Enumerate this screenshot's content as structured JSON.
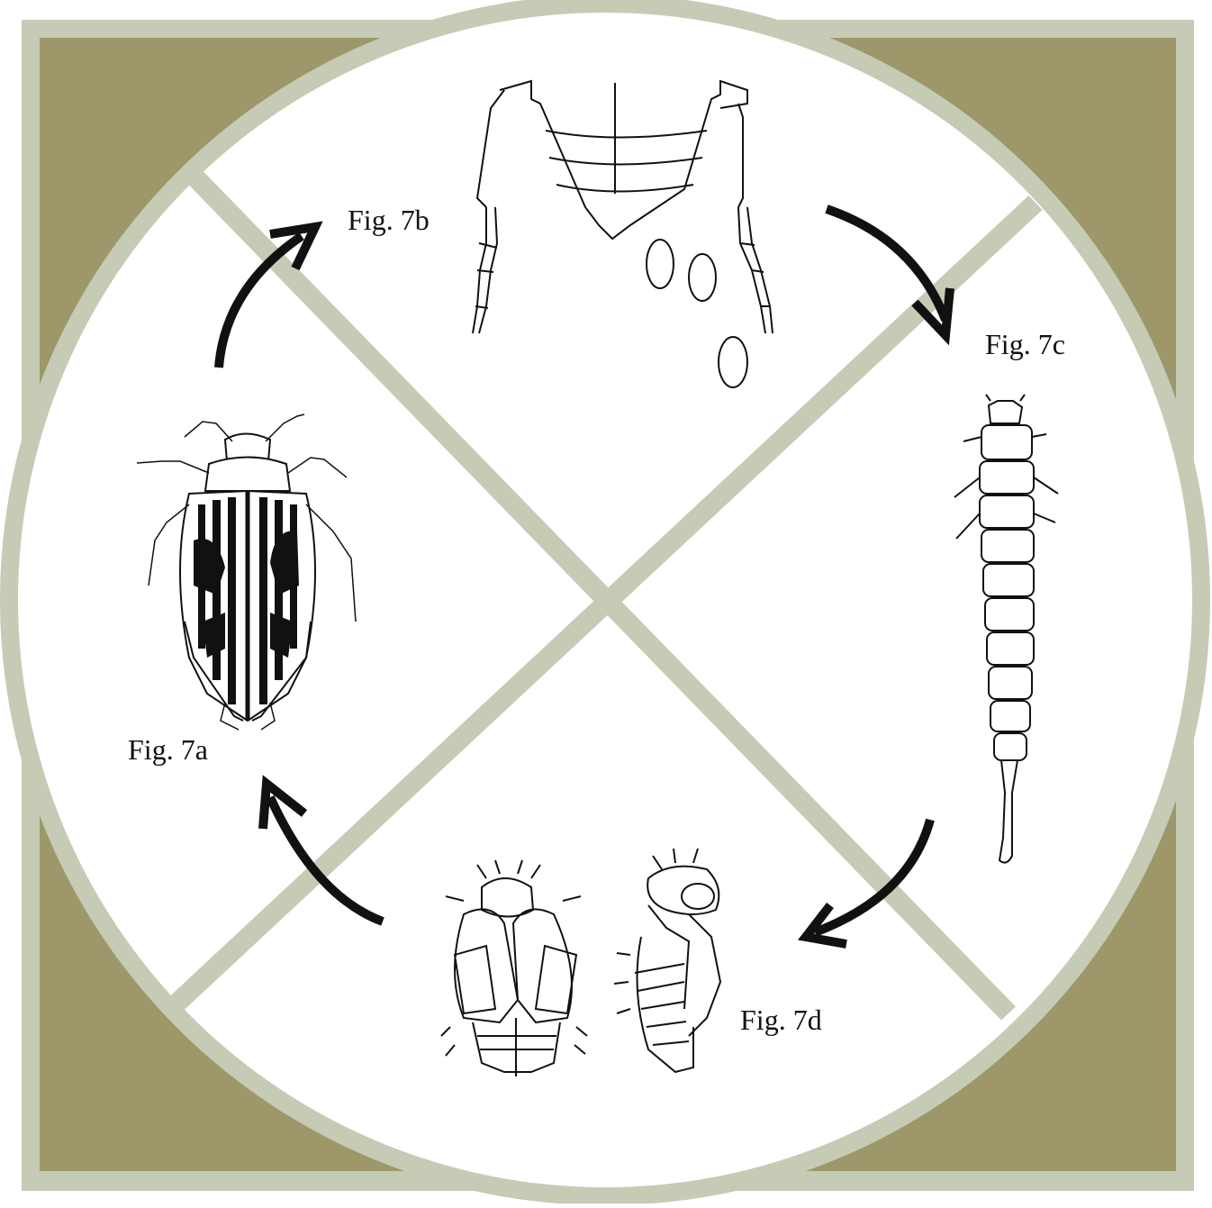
{
  "labels": {
    "fig_a": "Fig. 7a",
    "fig_b": "Fig. 7b",
    "fig_c": "Fig. 7c",
    "fig_d": "Fig. 7d"
  },
  "colors": {
    "frame_green": "#c5cbb5",
    "corner_olive": "#9d976a",
    "panel_white": "#ffffff",
    "ink": "#111111"
  },
  "illustrations": {
    "fig_a": "adult-beetle-dorsal-drawing",
    "fig_b": "female-abdomen-with-eggs-drawing",
    "fig_c": "larva-drawing",
    "fig_d": "pupa-ventral-and-lateral-drawings"
  }
}
